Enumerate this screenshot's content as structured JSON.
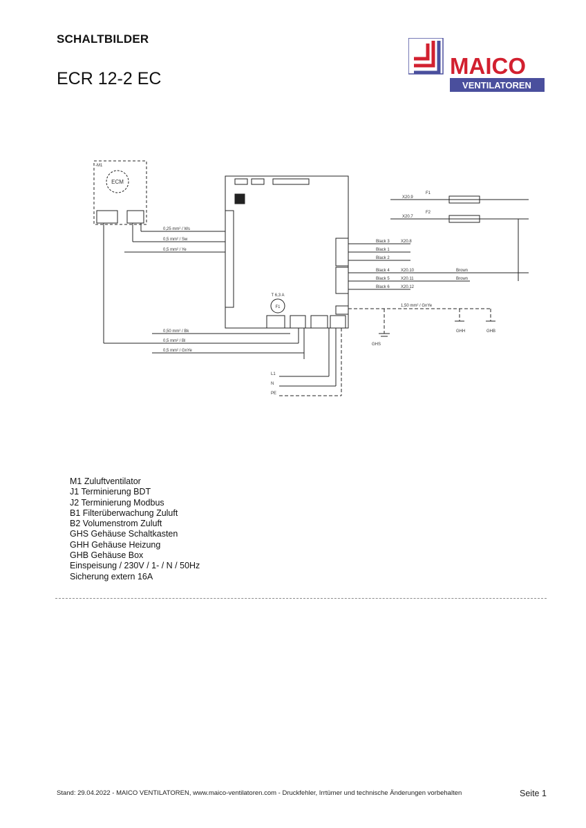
{
  "header": {
    "section": "SCHALTBILDER",
    "model": "ECR 12-2 EC"
  },
  "logo": {
    "brand": "MAICO",
    "tagline": "VENTILATOREN",
    "colors": {
      "red": "#d2202f",
      "blue": "#4a4f9d"
    }
  },
  "diagram": {
    "motor_ref": "-M1",
    "motor": "ECM",
    "fuse_label": "T 6,3 A",
    "fuse_ref": "F1",
    "supply": [
      "L1",
      "N",
      "PE"
    ],
    "left_wires": [
      "0,25 mm² / Ws",
      "0,5 mm² / Sw",
      "0,5 mm² / Ye"
    ],
    "bottom_wires": [
      "0,50 mm² / Bk",
      "0,5 mm² / Bl",
      "0,5 mm² / GnYe"
    ],
    "right_terms_top": [
      "X20.8",
      "Black 3",
      "Black 1",
      "Black 2"
    ],
    "right_terms_mid": [
      "X20.10",
      "X20.11",
      "X20.12",
      "Black 4",
      "Black 5",
      "Black 6",
      "Brown",
      "Brown"
    ],
    "xnodes": [
      "X20.9",
      "X20.7"
    ],
    "switches": [
      "F1",
      "F2"
    ],
    "pe_wire": "1,50 mm² / GnYe",
    "grounds": [
      "GHS",
      "GHH",
      "GHB"
    ]
  },
  "legend": [
    "M1 Zuluftventilator",
    "J1 Terminierung BDT",
    "J2 Terminierung Modbus",
    "B1 Filterüberwachung Zuluft",
    "B2 Volumenstrom Zuluft",
    "GHS Gehäuse Schaltkasten",
    "GHH Gehäuse Heizung",
    "GHB Gehäuse Box",
    "Einspeisung / 230V / 1- / N / 50Hz",
    "Sicherung extern 16A"
  ],
  "footer": {
    "text": "Stand: 29.04.2022 - MAICO VENTILATOREN, www.maico-ventilatoren.com - Druckfehler, Irrtümer und technische Änderungen vorbehalten",
    "page": "Seite 1"
  }
}
